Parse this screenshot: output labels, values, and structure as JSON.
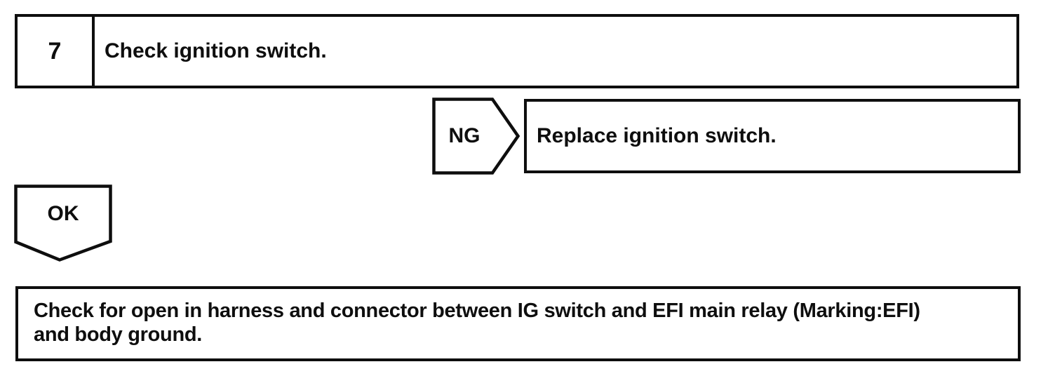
{
  "page": {
    "background_color": "#ffffff",
    "ink_color": "#0e0e0e",
    "kind": "diagnostic flowchart"
  },
  "flowchart": {
    "step_box": {
      "number": "7",
      "label": "Check ignition switch."
    },
    "ng_branch": {
      "connector_label": "NG",
      "action_label": "Replace ignition switch."
    },
    "ok_connector": {
      "label": "OK"
    },
    "next_step_box": {
      "lines": [
        "Check for open in harness and connector between IG switch and EFI main relay (Marking:EFI)",
        "and body ground."
      ]
    }
  }
}
